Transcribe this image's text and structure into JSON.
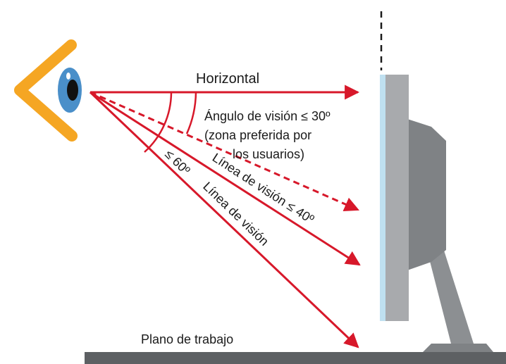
{
  "labels": {
    "horizontal": "Horizontal",
    "angle_line1": "Ángulo de visión ≤ 30º",
    "angle_line2": "(zona preferida por",
    "angle_line3": "los usuarios)",
    "line_40": "Línea de visión ≤ 40º",
    "angle_60": "≤ 60º",
    "line_vision": "Línea de visión",
    "work_plane": "Plano de trabajo"
  },
  "colors": {
    "line_red": "#d7182a",
    "eye_orange": "#f5a623",
    "iris_blue": "#4a8fc9",
    "screen_light_blue": "#bfe0f0",
    "monitor_gray": "#a8aaad",
    "monitor_dark": "#7f8285",
    "desk_gray": "#5d6063"
  },
  "icons": {
    "eye": "eye-icon",
    "monitor": "monitor-icon"
  }
}
